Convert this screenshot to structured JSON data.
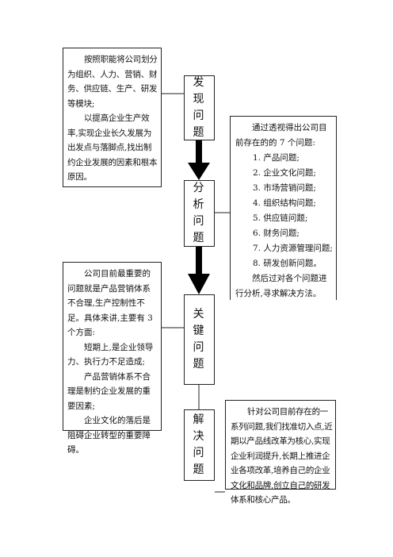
{
  "stages": [
    {
      "chars": [
        "发",
        "现",
        "问",
        "题"
      ]
    },
    {
      "chars": [
        "分",
        "析",
        "问",
        "题"
      ]
    },
    {
      "chars": [
        "关",
        "键",
        "问",
        "题"
      ]
    },
    {
      "chars": [
        "解",
        "决",
        "问",
        "题"
      ]
    }
  ],
  "discover_box": {
    "p1": "按照职能将公司划分为组织、人力、营销、财务、供应链、生产、研发等模块;",
    "p2": "以提高企业生产效率,实现企业长久发展为出发点与落脚点,找出制约企业发展的因素和根本原因。"
  },
  "analyze_box": {
    "intro": "通过透视得出公司目前存在的的 7 个问题:",
    "items": [
      "1.  产品问题;",
      "2.  企业文化问题;",
      "3.  市场营销问题;",
      "4.  组织结构问题;",
      "5.  供应链问题;",
      "6.   财务问题;",
      "7.  人力资源管理问题;",
      "8.  研发创新问题。"
    ],
    "outro": "然后过对各个问题进行分析,寻求解决方法。"
  },
  "key_box": {
    "p1": "公司目前最重要的问题就是产品营销体系不合理,生产控制性不足。具体来讲,主要有 3 个方面:",
    "p2": "短期上,是企业领导力、执行力不足造成;",
    "p3": "产品营销体系不合理是制约企业发展的重要因素;",
    "p4": "企业文化的落后是阻碍企业转型的重要障碍。"
  },
  "solve_box": {
    "p1": "针对公司目前存在的一系列问题,我们找准切入点,近期以产品线改革为核心,实现企业利润提升,长期上推进企业各项改革,培养自己的企业文化和品牌,创立自己的研发体系和核心产品。"
  }
}
